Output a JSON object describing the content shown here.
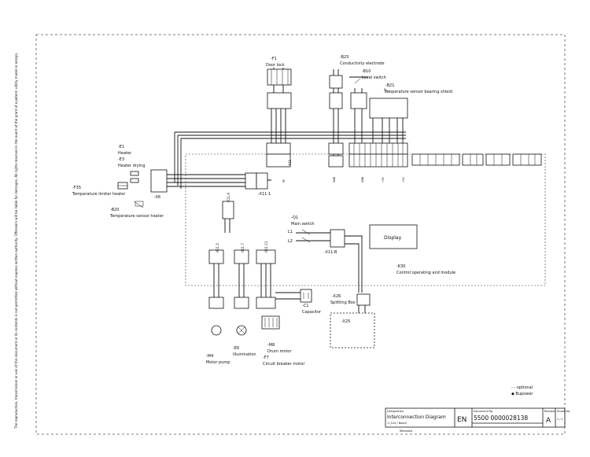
{
  "components": {
    "f1": {
      "ref": "-F1",
      "name": "Door lock"
    },
    "b25": {
      "ref": "-B25",
      "name": "Conductivity electrode"
    },
    "b10": {
      "ref": "-B10",
      "name": "Level switch"
    },
    "b21": {
      "ref": "-B21",
      "name": "Temperature sensor bearing shield"
    },
    "e1": {
      "ref": "-E1",
      "name": "Heater"
    },
    "e3": {
      "ref": "-E3",
      "name": "Heater drying"
    },
    "f35": {
      "ref": "-F35",
      "name": "Temperature limiter heater"
    },
    "b20": {
      "ref": "-B20",
      "name": "Temperature sensor heater"
    },
    "q1": {
      "ref": "-Q1",
      "name": "Main switch"
    },
    "k30": {
      "ref": "-K30",
      "name": "Control operating and module"
    },
    "c1": {
      "ref": "-C1",
      "name": "Capacitor"
    },
    "x26": {
      "ref": "-X26",
      "name": "Splitting Box"
    },
    "x25": {
      "ref": "-X25"
    },
    "m4": {
      "ref": "-M4",
      "name": "Motor pump"
    },
    "e6": {
      "ref": "-E6",
      "name": "Illumination"
    },
    "m8": {
      "ref": "-M8",
      "name": "Drum motor"
    },
    "f7": {
      "ref": "-F7",
      "name": "Circuit breaker motor"
    }
  },
  "connectors": {
    "x6": "-X6",
    "x11_1": "-X11-1",
    "x11_b": "-X11-B",
    "x11_9": "-X11.9",
    "x11_5": "-X11.5",
    "x11_7": "-X11.7",
    "x11_11": "-X11.11",
    "x11": "-X11"
  },
  "display_label": "Display",
  "wire_labels": [
    "PE",
    "GND",
    "GND",
    "+5V",
    "+5V"
  ],
  "switch_labels": [
    "L1",
    "L2"
  ],
  "legend": {
    "optional": "- - optional",
    "bupower": "◆ Bupower"
  },
  "title_block": {
    "designation_label": "Designation",
    "title": "Interconnection Diagram",
    "subtitle": "1 (124 / Bosch",
    "lang": "EN",
    "document_no_label": "Document No.",
    "document_no": "5500 0000028138",
    "revision_label": "Revision",
    "revision": "A",
    "sheet_label": "Sheet No.",
    "sheet": "1 / 1",
    "reference": "Released"
  },
  "side_note": "The reproduction, transmission or use of this document or its contents is not permitted without express written authority. Offenders will be liable for damages. All rights reserved in the event of the grant of a patent, utility model or design."
}
